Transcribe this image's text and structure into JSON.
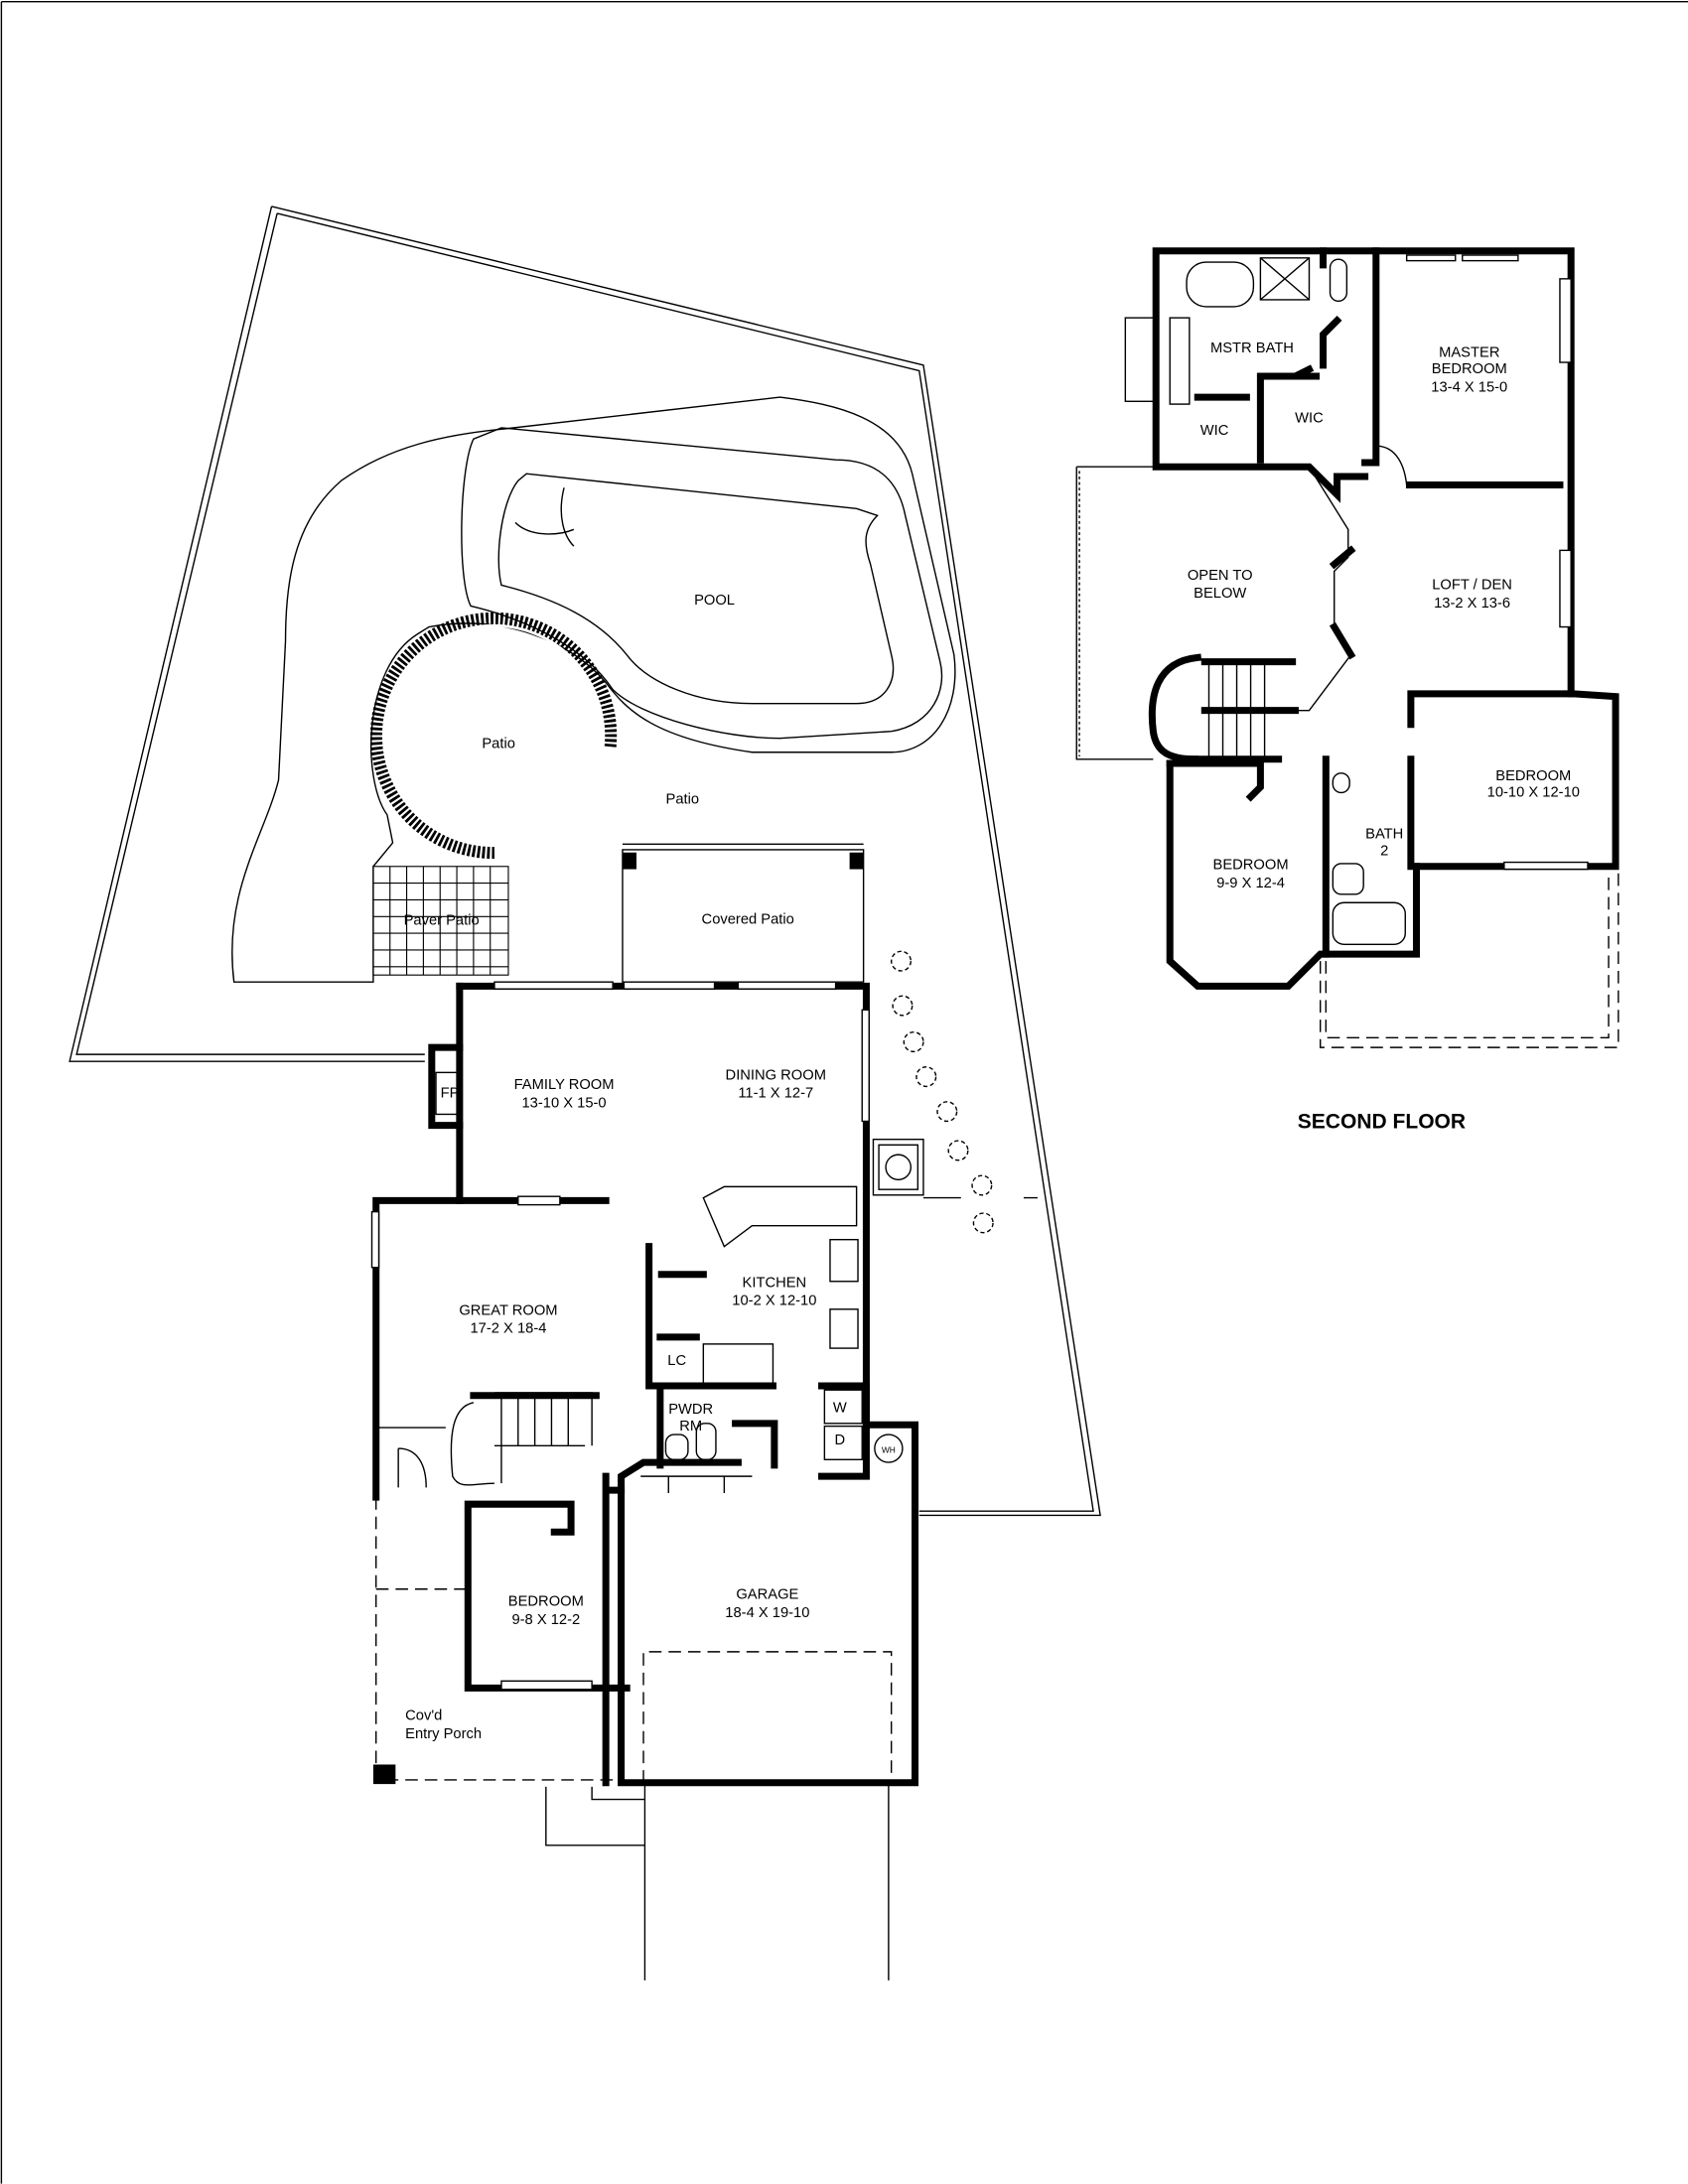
{
  "first_floor": {
    "outdoor": {
      "pool": "POOL",
      "patio_round": "Patio",
      "patio": "Patio",
      "paver_patio": "Paver Patio",
      "covered_patio": "Covered Patio",
      "entry_porch_line1": "Cov'd",
      "entry_porch_line2": "Entry Porch"
    },
    "rooms": {
      "family_room": {
        "name": "FAMILY ROOM",
        "dims": "13-10 X 15-0"
      },
      "dining_room": {
        "name": "DINING ROOM",
        "dims": "11-1 X 12-7"
      },
      "great_room": {
        "name": "GREAT ROOM",
        "dims": "17-2 X 18-4"
      },
      "kitchen": {
        "name": "KITCHEN",
        "dims": "10-2 X 12-10"
      },
      "bedroom": {
        "name": "BEDROOM",
        "dims": "9-8 X 12-2"
      },
      "garage": {
        "name": "GARAGE",
        "dims": "18-4 X 19-10"
      },
      "powder_room_line1": "PWDR",
      "powder_room_line2": "RM",
      "fireplace": "FP",
      "linen_closet": "LC",
      "washer": "W",
      "dryer": "D",
      "water_heater": "WH"
    }
  },
  "second_floor": {
    "title": "SECOND FLOOR",
    "rooms": {
      "master_bath": "MSTR BATH",
      "wic_1": "WIC",
      "wic_2": "WIC",
      "master_bedroom": {
        "name_line1": "MASTER",
        "name_line2": "BEDROOM",
        "dims": "13-4 X 15-0"
      },
      "open_to_below_line1": "OPEN TO",
      "open_to_below_line2": "BELOW",
      "loft_den": {
        "name": "LOFT / DEN",
        "dims": "13-2 X 13-6"
      },
      "bedroom_right": {
        "name": "BEDROOM",
        "dims": "10-10 X 12-10"
      },
      "bedroom_left": {
        "name": "BEDROOM",
        "dims": "9-9 X 12-4"
      },
      "bath_2_line1": "BATH",
      "bath_2_line2": "2"
    }
  }
}
